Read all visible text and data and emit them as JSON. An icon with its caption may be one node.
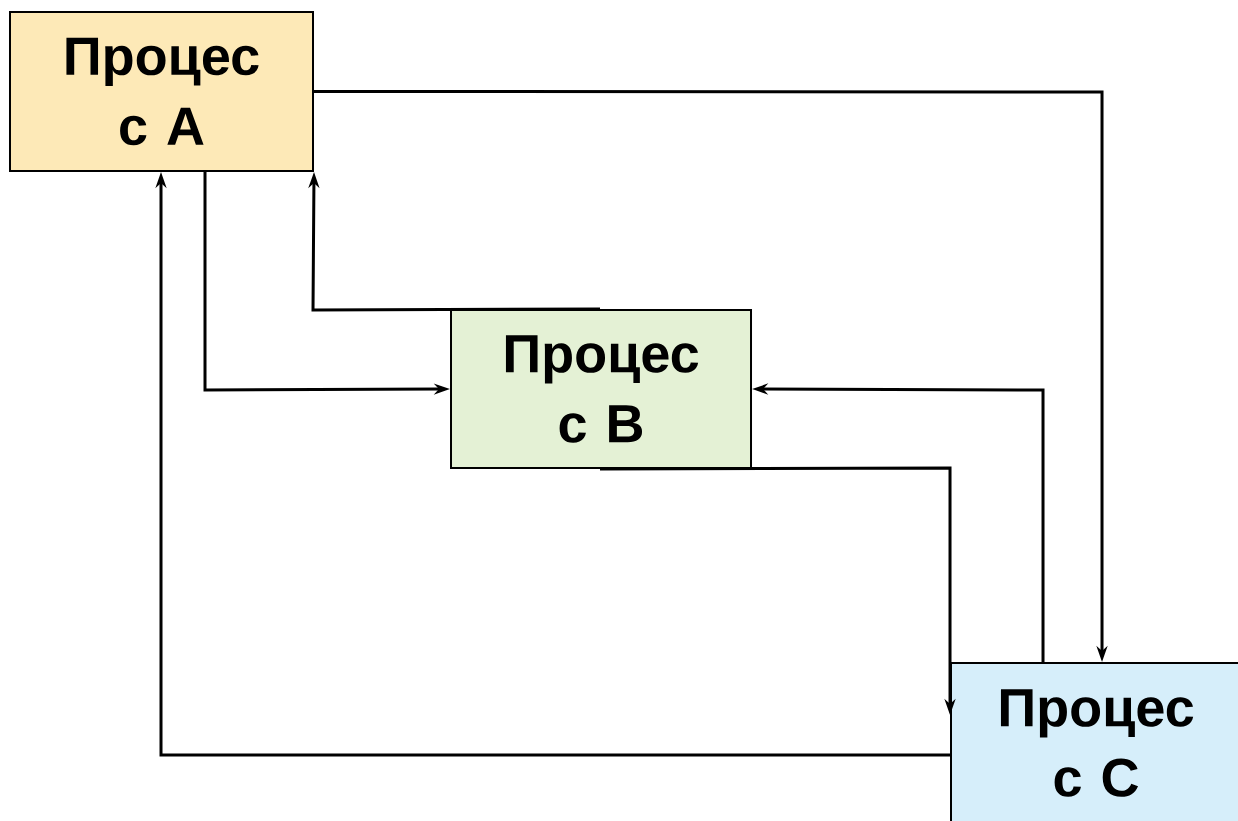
{
  "diagram": {
    "nodes": [
      {
        "text": [
          "Процес с A"
        ]
      },
      {
        "text": [
          "Процес с B"
        ]
      },
      {
        "text": [
          "Процес с C"
        ]
      }
    ],
    "edges": [
      {
        "from": 0,
        "to": 2,
        "arrow": "to"
      },
      {
        "from": 0,
        "to": 1,
        "arrow": "to"
      },
      {
        "from": 1,
        "to": 0,
        "arrow": "to"
      },
      {
        "from": 2,
        "to": 0,
        "arrow": "to"
      },
      {
        "from": 2,
        "to": 1,
        "arrow": "to"
      },
      {
        "from": 1,
        "to": 2,
        "arrow": "to"
      }
    ]
  }
}
